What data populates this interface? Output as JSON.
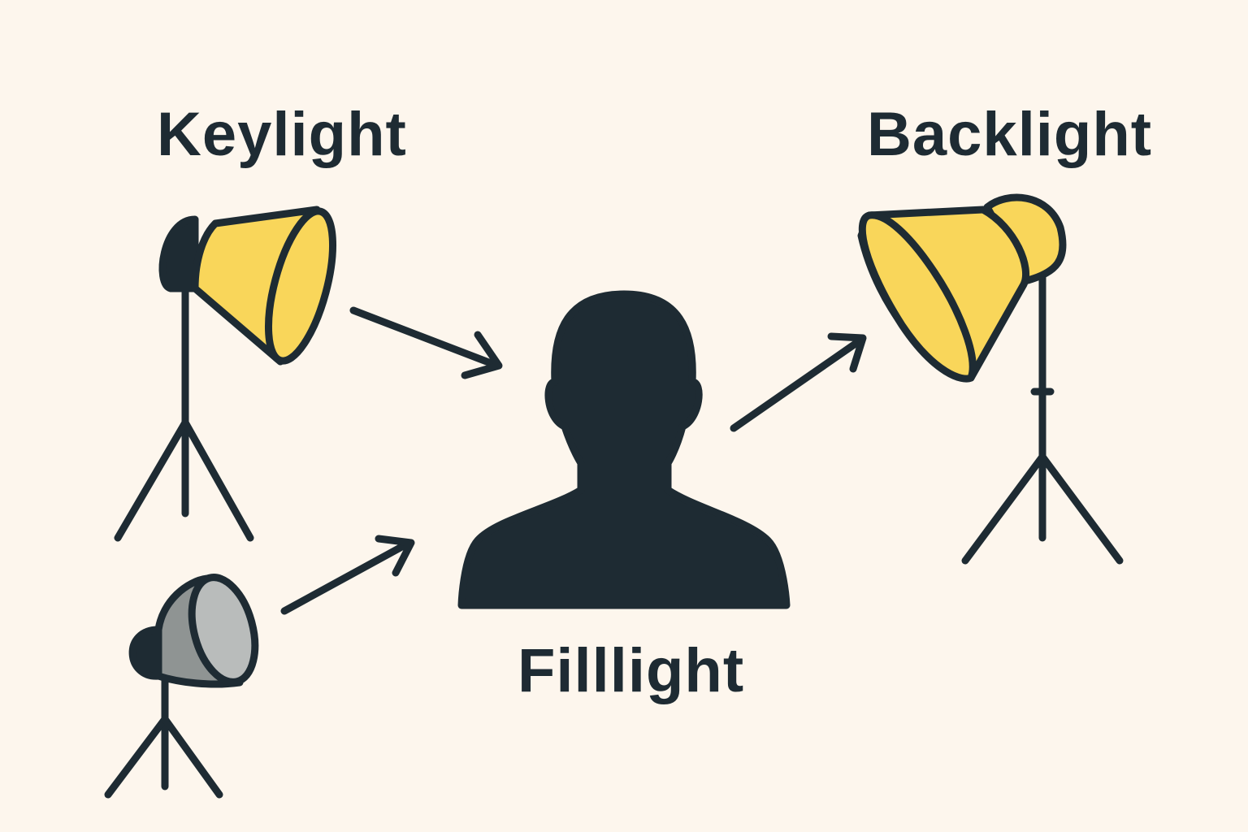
{
  "labels": {
    "keylight": "Keylight",
    "backlight": "Backlight",
    "filllight": "Filllight"
  },
  "colors": {
    "background": "#fdf6ed",
    "ink": "#1e2b33",
    "yellow": "#f9d65a",
    "gray": "#a9adab"
  }
}
